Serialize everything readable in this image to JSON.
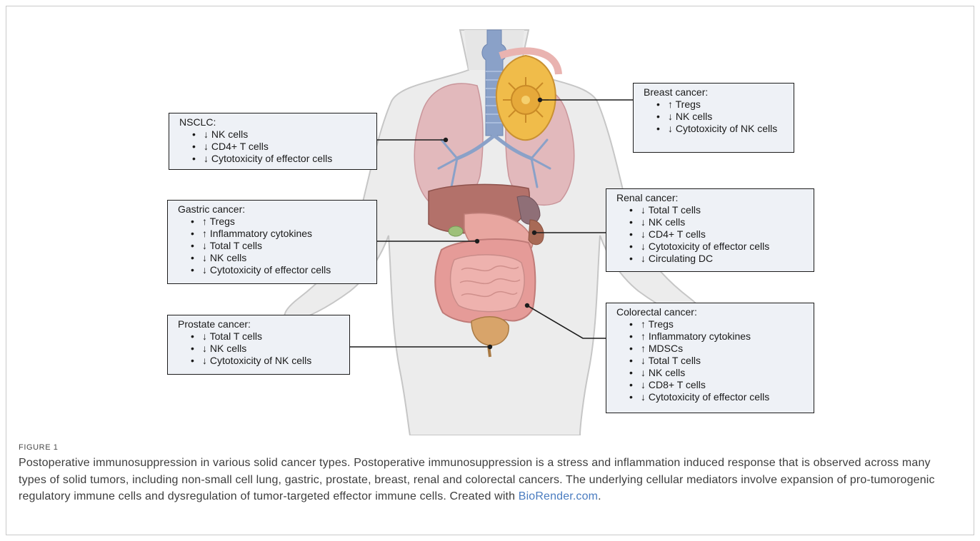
{
  "boxes": {
    "nsclc": {
      "title": "NSCLC:",
      "items": [
        "↓ NK cells",
        "↓ CD4+ T cells",
        "↓ Cytotoxicity  of effector cells"
      ]
    },
    "breast": {
      "title": "Breast cancer:",
      "items": [
        "↑ Tregs",
        "↓ NK cells",
        "↓ Cytotoxicity of NK cells"
      ]
    },
    "gastric": {
      "title": "Gastric cancer:",
      "items": [
        "↑ Tregs",
        "↑ Inflammatory cytokines",
        "↓ Total T cells",
        "↓ NK cells",
        "↓ Cytotoxicity of effector cells"
      ]
    },
    "renal": {
      "title": "Renal cancer:",
      "items": [
        "↓ Total T cells",
        "↓ NK cells",
        "↓ CD4+ T cells",
        "↓ Cytotoxicity  of effector cells",
        "↓ Circulating DC"
      ]
    },
    "prostate": {
      "title": "Prostate cancer:",
      "items": [
        "↓ Total T cells",
        "↓ NK cells",
        "↓ Cytotoxicity  of NK cells"
      ]
    },
    "colorectal": {
      "title": "Colorectal cancer:",
      "items": [
        "↑ Tregs",
        "↑ Inflammatory cytokines",
        "↑ MDSCs",
        "↓ Total T cells",
        "↓ NK cells",
        "↓ CD8+ T cells",
        "↓ Cytotoxicity of effector cells"
      ]
    }
  },
  "caption": {
    "label": "FIGURE 1",
    "text": "Postoperative immunosuppression in various solid cancer types. Postoperative immunosuppression is a stress and inflammation induced response that is observed across many types of solid tumors, including non-small cell lung, gastric, prostate, breast, renal and colorectal cancers. The underlying cellular mediators involve expansion of pro-tumorogenic regulatory immune cells and dysregulation of tumor-targeted effector immune cells. Created with ",
    "link": "BioRender.com",
    "end": "."
  },
  "colors": {
    "body_fill": "#ececec",
    "body_outline": "#c6c6c6",
    "lung": "#e2b9bc",
    "liver": "#b3716a",
    "intestine": "#e7a4a1",
    "breast_tissue": "#f0bc4a",
    "trachea": "#8aa1c8",
    "box_fill": "#eef1f6"
  }
}
